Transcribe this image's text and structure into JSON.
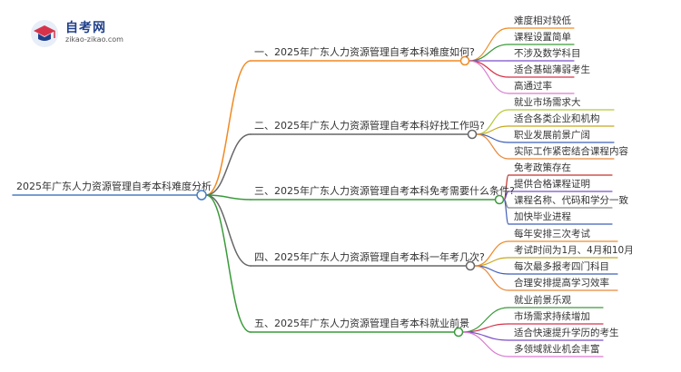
{
  "logo": {
    "title": "自考网",
    "subtitle": "zikao-zikao.com",
    "icon": "graduation-cap-icon"
  },
  "root": {
    "label": "2025年广东人力资源管理自考本科难度分析",
    "color": "#4a7fc1"
  },
  "branches": [
    {
      "label": "一、2025年广东人力资源管理自考本科难度如何?",
      "color": "#f08a24",
      "leaves": [
        {
          "label": "难度相对较低",
          "color": "#f08a24"
        },
        {
          "label": "课程设置简单",
          "color": "#3a9a3a"
        },
        {
          "label": "不涉及数学科目",
          "color": "#7b4fc6"
        },
        {
          "label": "适合基础薄弱考生",
          "color": "#d6334a"
        },
        {
          "label": "高通过率",
          "color": "#d97bd0"
        }
      ]
    },
    {
      "label": "二、2025年广东人力资源管理自考本科好找工作吗?",
      "color": "#666666",
      "leaves": [
        {
          "label": "就业市场需求大",
          "color": "#b7c83a"
        },
        {
          "label": "适合各类企业和机构",
          "color": "#c8a81e"
        },
        {
          "label": "职业发展前景广阔",
          "color": "#3f5fb8"
        },
        {
          "label": "实际工作紧密结合课程内容",
          "color": "#e8883a"
        }
      ]
    },
    {
      "label": "三、2025年广东人力资源管理自考本科免考需要什么条件?",
      "color": "#3a9a3a",
      "leaves": [
        {
          "label": "免考政策存在",
          "color": "#c4332e"
        },
        {
          "label": "提供合格课程证明",
          "color": "#7b4fc6"
        },
        {
          "label": "课程名称、代码和学分一致",
          "color": "#888888"
        },
        {
          "label": "加快毕业进程",
          "color": "#3f5fb8"
        }
      ]
    },
    {
      "label": "四、2025年广东人力资源管理自考本科一年考几次?",
      "color": "#666666",
      "leaves": [
        {
          "label": "每年安排三次考试",
          "color": "#f08a24"
        },
        {
          "label": "考试时间为1月、4月和10月",
          "color": "#c8a81e"
        },
        {
          "label": "每次最多报考四门科目",
          "color": "#3f5fb8"
        },
        {
          "label": "合理安排提高学习效率",
          "color": "#e8883a"
        }
      ]
    },
    {
      "label": "五、2025年广东人力资源管理自考本科就业前景",
      "color": "#3a9a3a",
      "leaves": [
        {
          "label": "就业前景乐观",
          "color": "#3a9a3a"
        },
        {
          "label": "市场需求持续增加",
          "color": "#d6334a"
        },
        {
          "label": "适合快速提升学历的考生",
          "color": "#7b4fc6"
        },
        {
          "label": "多领域就业机会丰富",
          "color": "#d97bd0"
        }
      ]
    }
  ]
}
